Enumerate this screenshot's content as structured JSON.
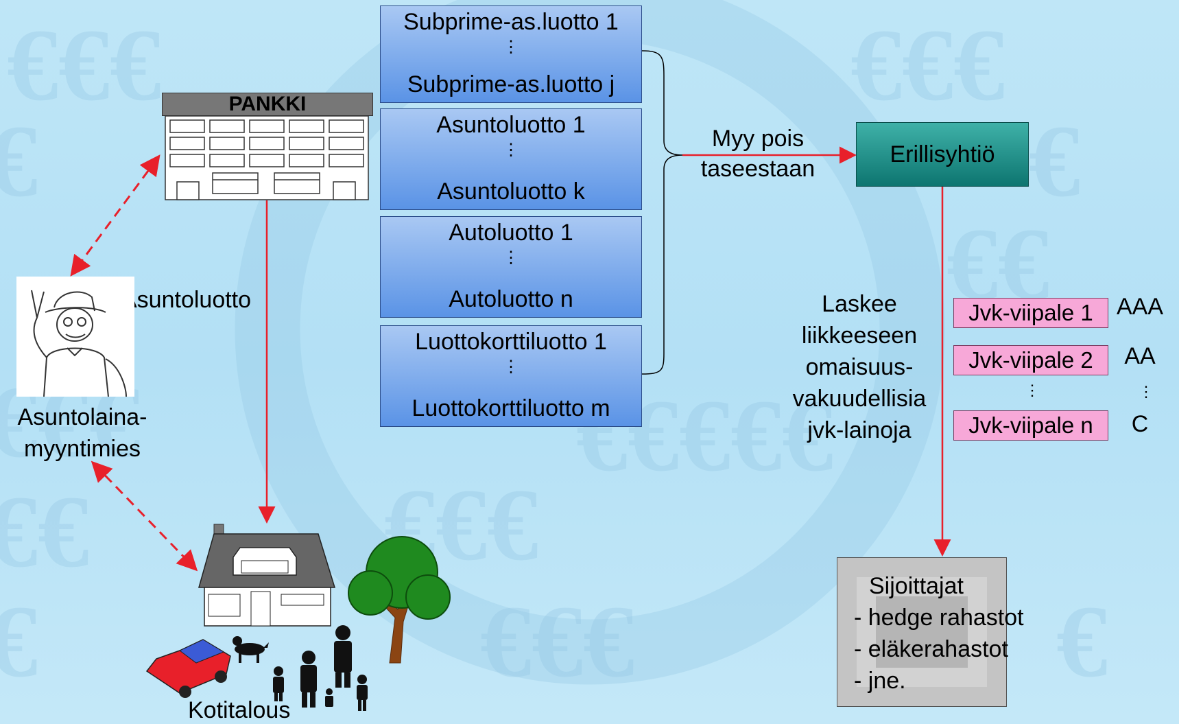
{
  "bank": {
    "title": "PANKKI"
  },
  "loan_groups": [
    {
      "first": "Subprime-as.luotto 1",
      "dots": "⋮",
      "last": "Subprime-as.luotto j"
    },
    {
      "first": "Asuntoluotto 1",
      "dots": "⋮",
      "last": "Asuntoluotto k"
    },
    {
      "first": "Autoluotto 1",
      "dots": "⋮",
      "last": "Autoluotto n"
    },
    {
      "first": "Luottokorttiluotto 1",
      "dots": "⋮",
      "last": "Luottokorttiluotto m"
    }
  ],
  "sell_label": {
    "line1": "Myy pois",
    "line2": "taseestaan"
  },
  "spv": {
    "label": "Erillisyhtiö"
  },
  "issue_label": [
    "Laskee",
    "liikkeeseen",
    "omaisuus-",
    "vakuudellisia",
    "jvk-lainoja"
  ],
  "tranches": [
    {
      "label": "Jvk-viipale 1",
      "rating": "AAA"
    },
    {
      "label": "Jvk-viipale 2",
      "rating": "AA"
    },
    {
      "label": "Jvk-viipale n",
      "rating": "C"
    }
  ],
  "tranche_dots": "⋮",
  "investors": {
    "title": "Sijoittajat",
    "items": [
      "- hedge rahastot",
      "- eläkerahastot",
      "- jne."
    ]
  },
  "mortgage_label": "Asuntoluotto",
  "salesman": {
    "line1": "Asuntolaina-",
    "line2": "myyntimies"
  },
  "household": {
    "label": "Kotitalous"
  },
  "colors": {
    "arrow": "#e8202a",
    "loan_box_top": "#a9c8f3",
    "loan_box_bottom": "#5a93e6",
    "spv": "#0d7570",
    "tranche": "#f7a8d8"
  }
}
